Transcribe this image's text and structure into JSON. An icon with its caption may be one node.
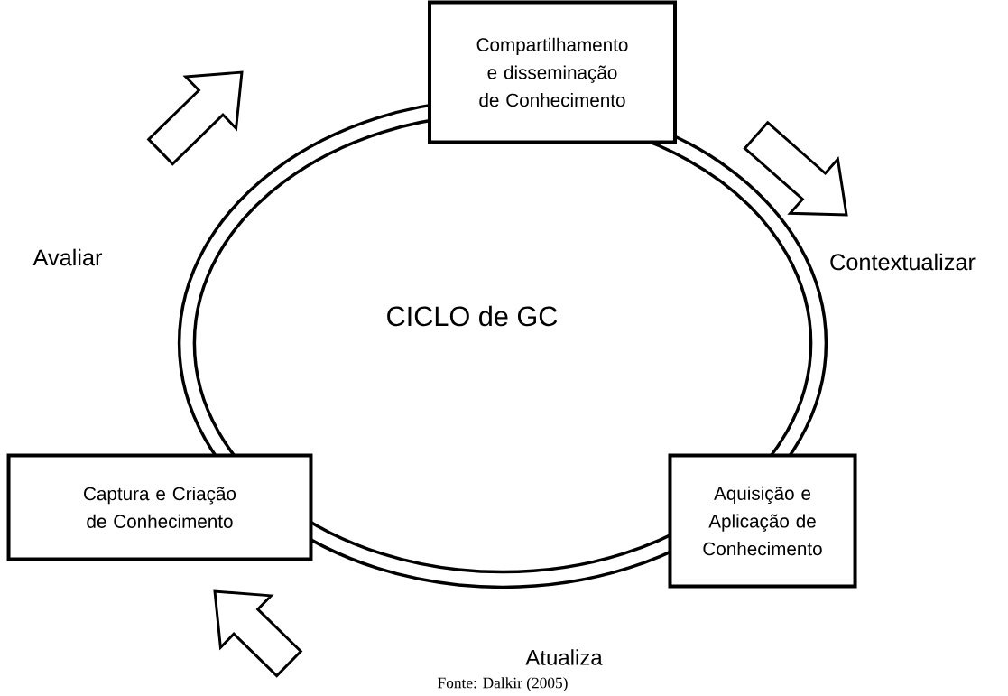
{
  "diagram": {
    "caption": "Fonte: Dalkir (2005)",
    "nodes": [
      {
        "text": [
          "Compartilhamento e disseminação de Conhecimento"
        ]
      },
      {
        "text": [
          "Aquisição e Aplicação de Conhecimento"
        ]
      },
      {
        "text": [
          "Captura e Criação de Conhecimento"
        ]
      }
    ],
    "labels": [
      "Avaliar",
      "Contextualizar",
      "CICLO de GC",
      "Atualiza"
    ]
  }
}
